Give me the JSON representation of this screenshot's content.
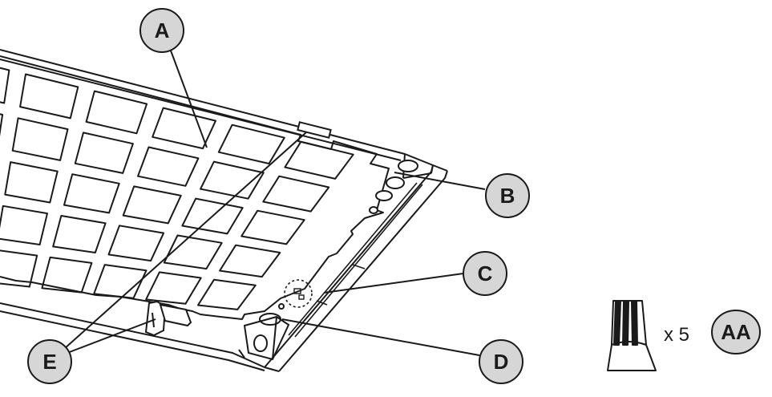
{
  "callouts": {
    "a": "A",
    "b": "B",
    "c": "C",
    "d": "D",
    "e": "E"
  },
  "parts": {
    "quantity": "x 5",
    "code": "AA"
  },
  "colors": {
    "line": "#1a1a1a",
    "callout_fill": "#d6d6d6",
    "background": "#ffffff"
  }
}
